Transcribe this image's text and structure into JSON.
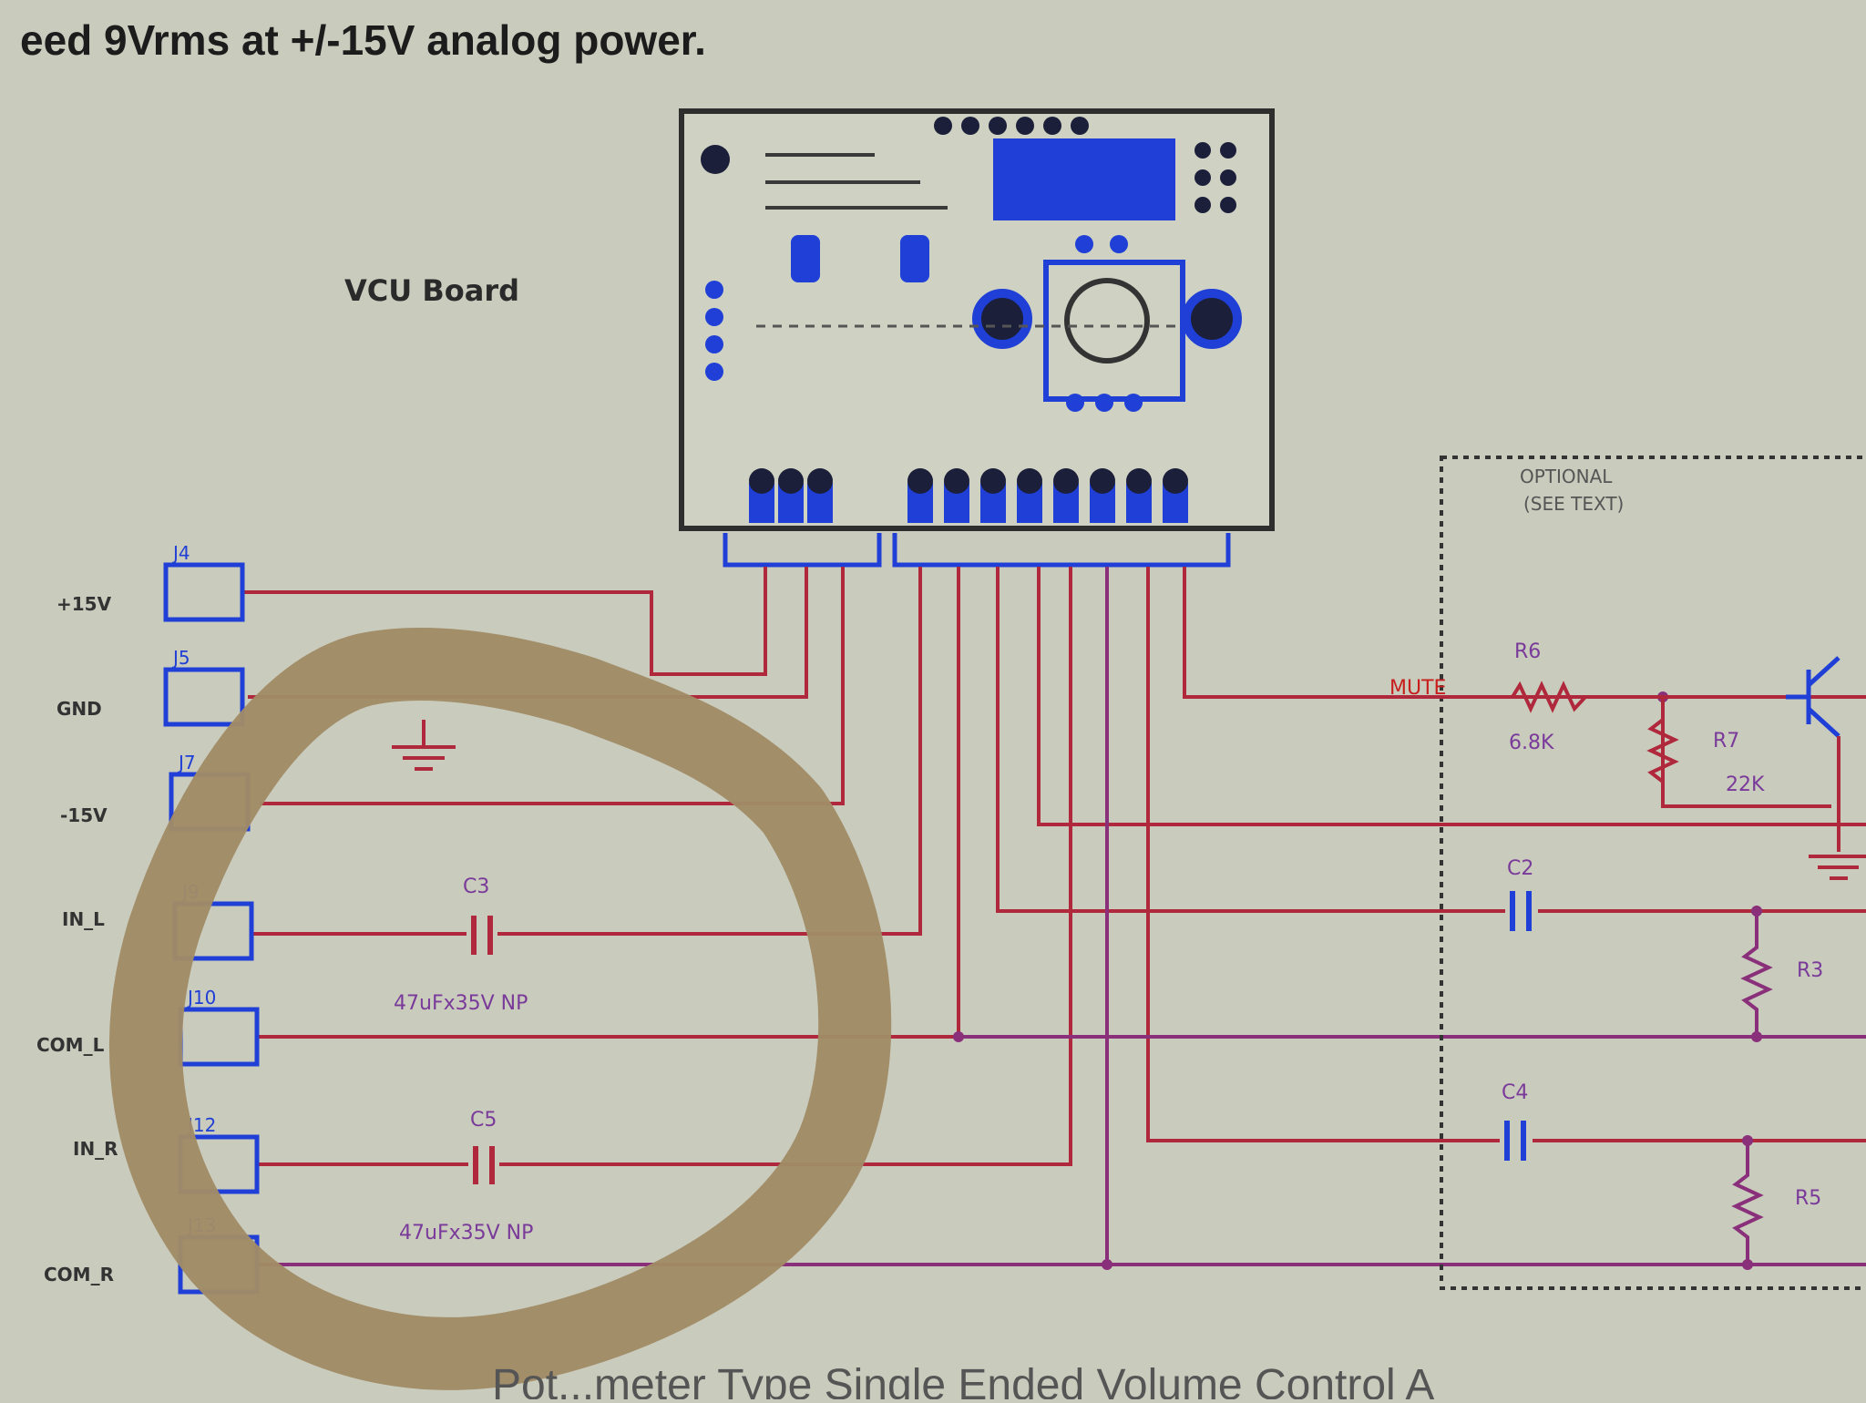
{
  "header": {
    "text": "eed 9Vrms at +/-15V analog power."
  },
  "footer": {
    "text": "Pot...meter Type Single Ended Volume Control A"
  },
  "board": {
    "label": "VCU  Board"
  },
  "optional": {
    "line1": "OPTIONAL",
    "line2": "(SEE TEXT)"
  },
  "connectors": [
    {
      "ref": "J4",
      "net": "+15V"
    },
    {
      "ref": "J5",
      "net": "GND"
    },
    {
      "ref": "J7",
      "net": "-15V"
    },
    {
      "ref": "J9",
      "net": "IN_L"
    },
    {
      "ref": "J10",
      "net": "COM_L"
    },
    {
      "ref": "J12",
      "net": "IN_R"
    },
    {
      "ref": "J13",
      "net": "COM_R"
    }
  ],
  "components": {
    "c3": {
      "ref": "C3",
      "value": "47uFx35V NP"
    },
    "c5": {
      "ref": "C5",
      "value": "47uFx35V NP"
    },
    "c2": {
      "ref": "C2"
    },
    "c4": {
      "ref": "C4"
    },
    "r6": {
      "ref": "R6",
      "value": "6.8K"
    },
    "r7": {
      "ref": "R7",
      "value": "22K"
    },
    "r3": {
      "ref": "R3"
    },
    "r5": {
      "ref": "R5"
    }
  },
  "nets": {
    "mute": "MUTE"
  },
  "colors": {
    "background": "#c9cbbd",
    "wire": "#b0283c",
    "wire_purple": "#8a2f7a",
    "board_outline": "#2e2e2e",
    "pad_blue": "#1f3fd6",
    "pad_dark": "#1b1f3a",
    "highlight_circle": "#a18b66"
  },
  "icons": [
    "ground-icon",
    "capacitor-icon",
    "resistor-icon",
    "transistor-icon"
  ]
}
